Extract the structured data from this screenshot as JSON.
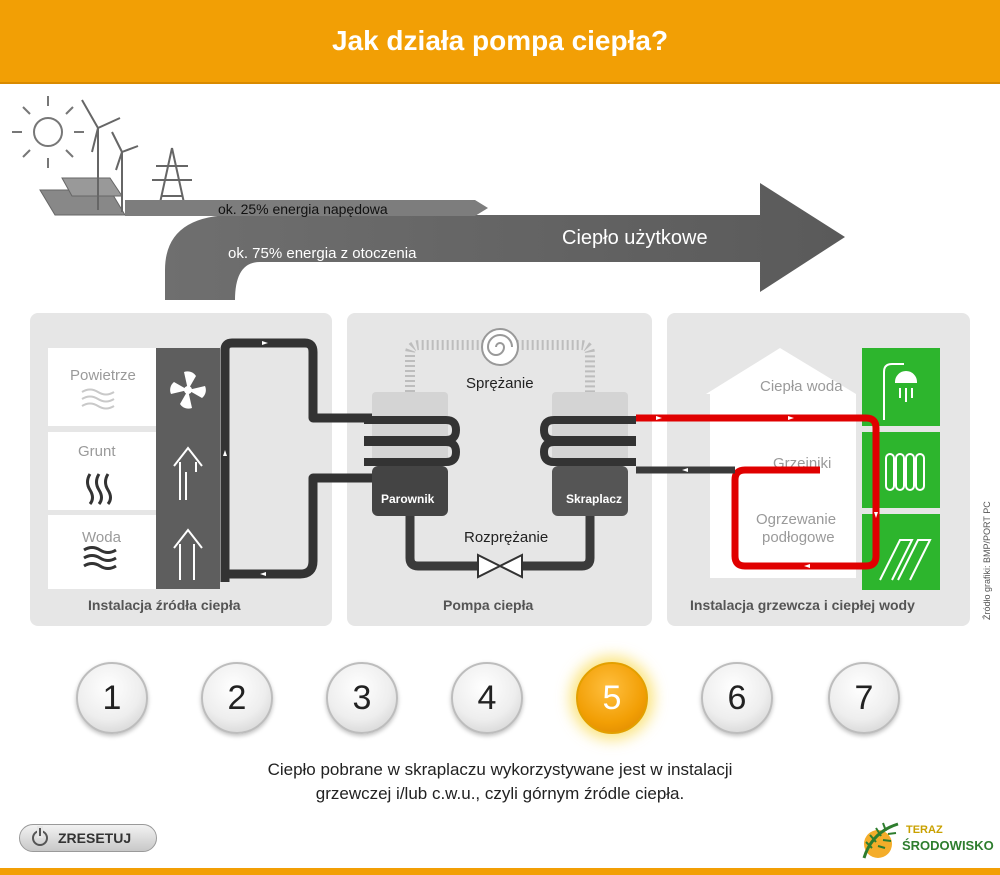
{
  "header": {
    "title": "Jak działa pompa ciepła?"
  },
  "arrow": {
    "drive_energy": "ok. 25% energia napędowa",
    "ambient_energy": "ok. 75% energia z otoczenia",
    "useful_heat": "Ciepło użytkowe"
  },
  "source_panel": {
    "title": "Instalacja źródła ciepła",
    "items": [
      "Powietrze",
      "Grunt",
      "Woda"
    ]
  },
  "pump_panel": {
    "title": "Pompa ciepła",
    "compression": "Sprężanie",
    "expansion": "Rozprężanie",
    "evaporator": "Parownik",
    "condenser": "Skraplacz"
  },
  "heating_panel": {
    "title": "Instalacja grzewcza i ciepłej wody",
    "items": [
      "Ciepła woda",
      "Grzejniki",
      "Ogrzewanie",
      "podłogowe"
    ]
  },
  "source_credit": "Źródło grafiki: BMP/PORT PC",
  "steps": {
    "labels": [
      "1",
      "2",
      "3",
      "4",
      "5",
      "6",
      "7"
    ],
    "active": "5"
  },
  "description": {
    "line1": "Ciepło pobrane w skraplaczu wykorzystywane jest w instalacji",
    "line2": "grzewczej i/lub c.w.u., czyli górnym źródle ciepła."
  },
  "reset_button": {
    "label": "ZRESETUJ"
  },
  "logo": {
    "line1": "TERAZ",
    "line2": "ŚRODOWISKO"
  },
  "colors": {
    "accent": "#f29f05",
    "hot_pipe": "#e00000",
    "cold_pipe": "#3a3a3a",
    "green": "#2db52d"
  }
}
